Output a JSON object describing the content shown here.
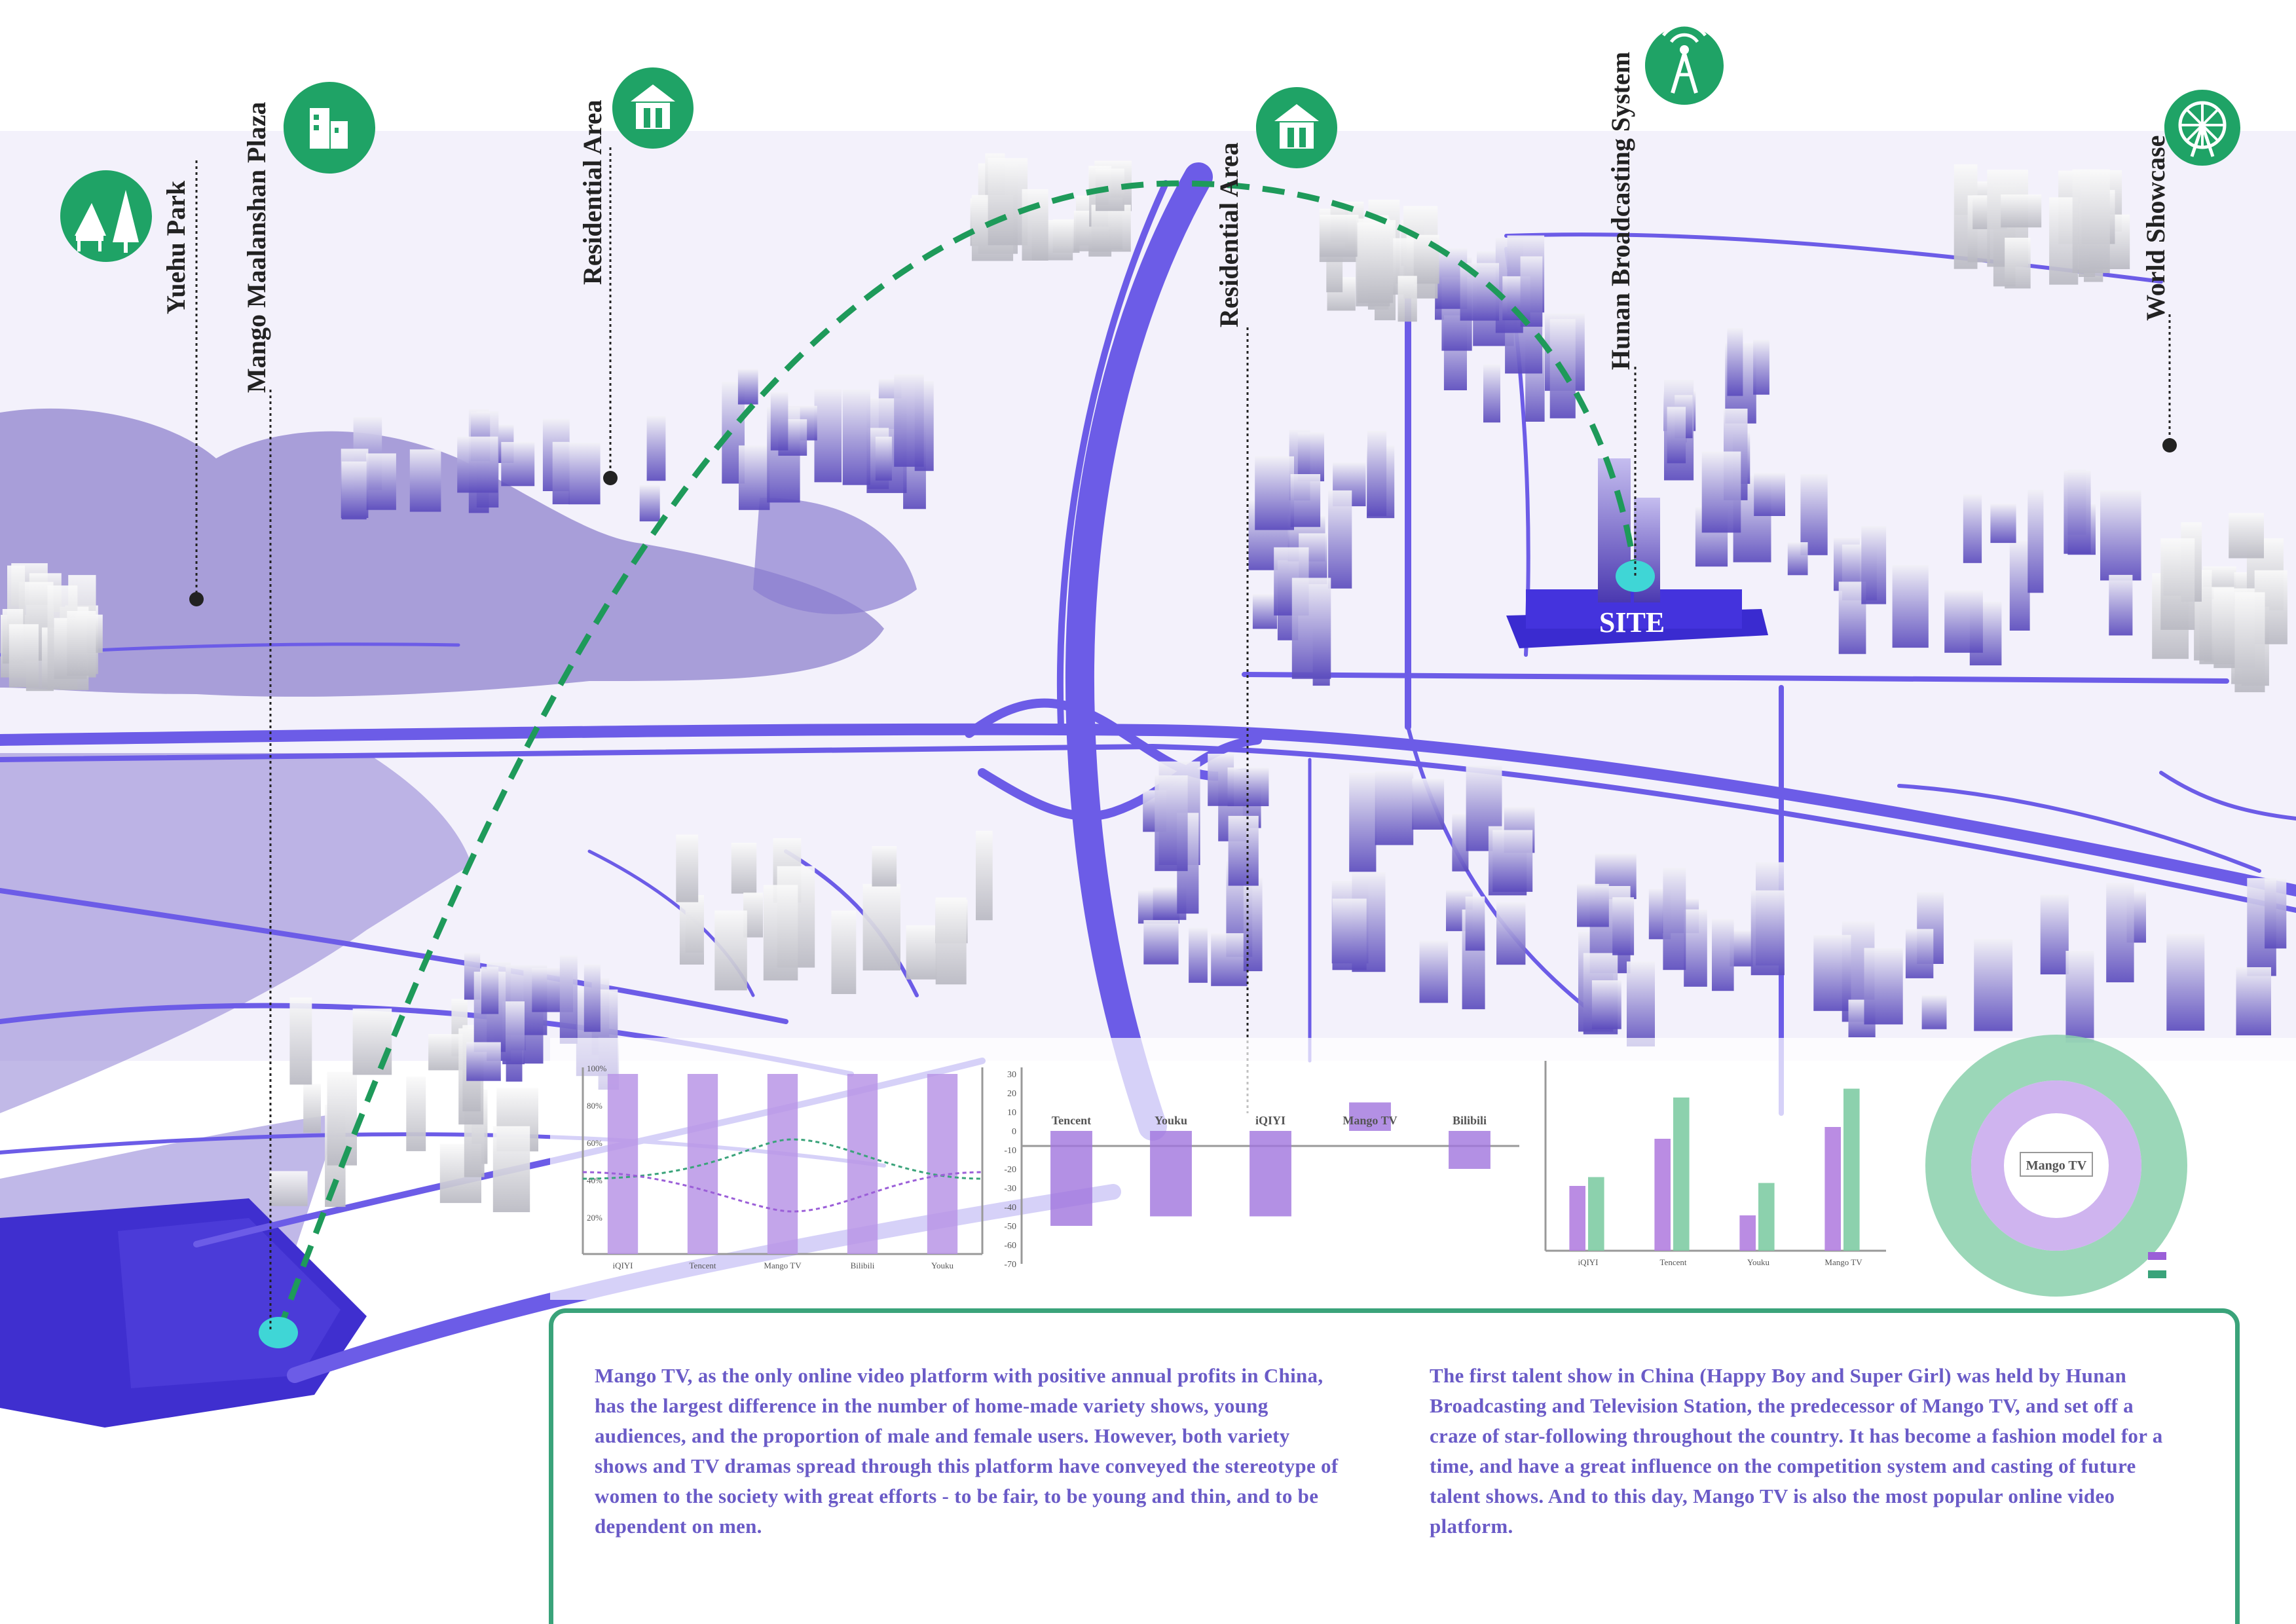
{
  "map": {
    "site_label": "SITE",
    "colors": {
      "road": "#6c5ce7",
      "water": "#8e7fd8",
      "site": "#3a2fc8",
      "arc": "#1e9a5a",
      "marker": "#1fa366",
      "site_dot": "#3fd6d6"
    },
    "landmarks": [
      {
        "id": "yuehu",
        "name": "Yuehu Park",
        "icon": "park-icon"
      },
      {
        "id": "mango-plaza",
        "name": "Mango Maalanshan Plaza",
        "icon": "building-icon"
      },
      {
        "id": "residential-1",
        "name": "Residential Area",
        "icon": "residence-icon"
      },
      {
        "id": "residential-2",
        "name": "Residential Area",
        "icon": "residence-icon"
      },
      {
        "id": "hunan-bc",
        "name": "Hunan Broadcasting System",
        "icon": "broadcast-tower-icon"
      },
      {
        "id": "world-showcase",
        "name": "World Showcase",
        "icon": "ferris-wheel-icon"
      }
    ]
  },
  "charts": {
    "chart_data": [
      {
        "type": "bar",
        "categories": [
          "iQIYI",
          "Tencent",
          "Mango TV",
          "Bilibili",
          "Youku"
        ],
        "values": [
          100,
          100,
          100,
          100,
          100
        ],
        "ylim": [
          0,
          100
        ],
        "yticks": [
          "20%",
          "40%",
          "60%",
          "80%",
          "100%"
        ]
      },
      {
        "type": "bar",
        "categories": [
          "Tencent",
          "Youku",
          "iQIYI",
          "Mango TV",
          "Bilibili"
        ],
        "values": [
          -50,
          -45,
          -45,
          15,
          -20
        ],
        "ylim": [
          -70,
          30
        ],
        "yticks": [
          "30",
          "20",
          "10",
          "0",
          "-10",
          "-20",
          "-30",
          "-40",
          "-50",
          "-60",
          "-70"
        ]
      },
      {
        "type": "bar",
        "categories": [
          "iQIYI",
          "Tencent",
          "Youku",
          "Mango TV"
        ],
        "series": [
          {
            "values": [
              22,
              38,
              12,
              42
            ]
          },
          {
            "values": [
              25,
              52,
              23,
              55
            ]
          }
        ]
      },
      {
        "type": "pie",
        "center_label": "Mango TV"
      }
    ]
  },
  "info": {
    "left": "Mango TV, as the only online video platform with positive annual profits in China, has the largest difference in the number of home-made variety shows, young audiences, and the proportion of male and female users. However, both variety shows and TV dramas spread through this platform have conveyed the stereotype of women to the society with great efforts - to be fair, to be young and thin, and to be dependent on men.",
    "right": "The first talent show in China (Happy Boy and Super Girl) was held by Hunan Broadcasting and Television Station, the predecessor of Mango TV, and set off a craze of star-following throughout the country. It has become a fashion model for a time, and have a great influence on the competition system and casting of future talent shows. And to this day, Mango TV is also the most popular online video platform."
  }
}
